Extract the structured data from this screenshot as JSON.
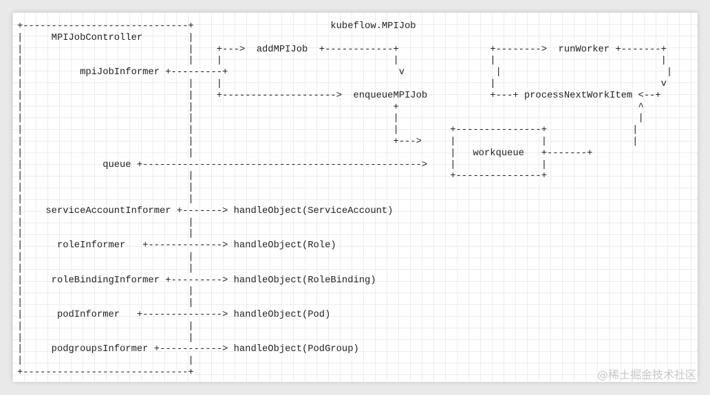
{
  "diagram": {
    "ascii_lines": [
      "+-----------------------------+                        kubeflow.MPIJob",
      "|     MPIJobController        |",
      "|                             |    +--->  addMPIJob  +------------+                +-------->  runWorker +-------+",
      "|                             |    |                              |                |                             |",
      "|          mpiJobInformer +---------+                              v                |                             |",
      "|                             |    |                                               |                             v",
      "|                             |    +-------------------->  enqueueMPIJob           +---+ processNextWorkItem <--+",
      "|                             |                                   +                                          ^",
      "|                             |                                   |                                          |",
      "|                             |                                   |         +---------------+               |",
      "|                             |                                   +--->     |               |               |",
      "|                             |                                             |   workqueue   +-------+",
      "|              queue +------------------------------------------------->    |               |",
      "|                             |                                             +---------------+",
      "|                             |",
      "|                             |",
      "|    serviceAccountInformer +-------> handleObject(ServiceAccount)",
      "|                             |",
      "|                             |",
      "|      roleInformer   +-------------> handleObject(Role)",
      "|                             |",
      "|                             |",
      "|     roleBindingInformer +---------> handleObject(RoleBinding)",
      "|                             |",
      "|                             |",
      "|      podInformer   +--------------> handleObject(Pod)",
      "|                             |",
      "|                             |",
      "|     podgroupsInformer +-----------> handleObject(PodGroup)",
      "|                             |",
      "+-----------------------------+"
    ]
  },
  "watermark": "@稀土掘金技术社区"
}
